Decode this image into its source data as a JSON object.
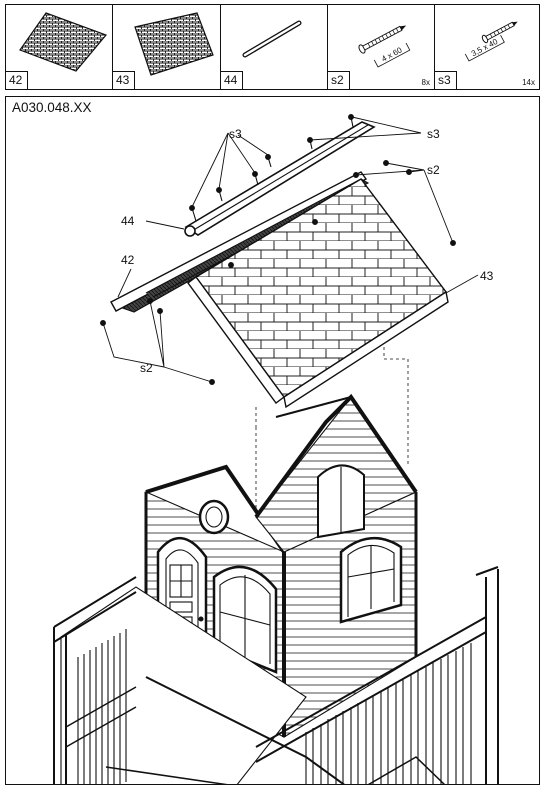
{
  "parts": [
    {
      "number": "42",
      "qty": "",
      "icon": "roof-shingle-panel-icon"
    },
    {
      "number": "43",
      "qty": "",
      "icon": "roof-shingle-panel-icon"
    },
    {
      "number": "44",
      "qty": "",
      "icon": "ridge-rod-icon"
    },
    {
      "number": "s2",
      "qty": "8x",
      "screw_size": "4 x 60",
      "icon": "screw-icon"
    },
    {
      "number": "s3",
      "qty": "14x",
      "screw_size": "3,5 x 40",
      "icon": "screw-icon"
    }
  ],
  "diagram": {
    "model_code": "A030.048.XX",
    "callouts": {
      "s3_a": "s3",
      "s3_b": "s3",
      "s2_a": "s2",
      "s2_b": "s2",
      "p44": "44",
      "p42": "42",
      "p43": "43"
    }
  }
}
